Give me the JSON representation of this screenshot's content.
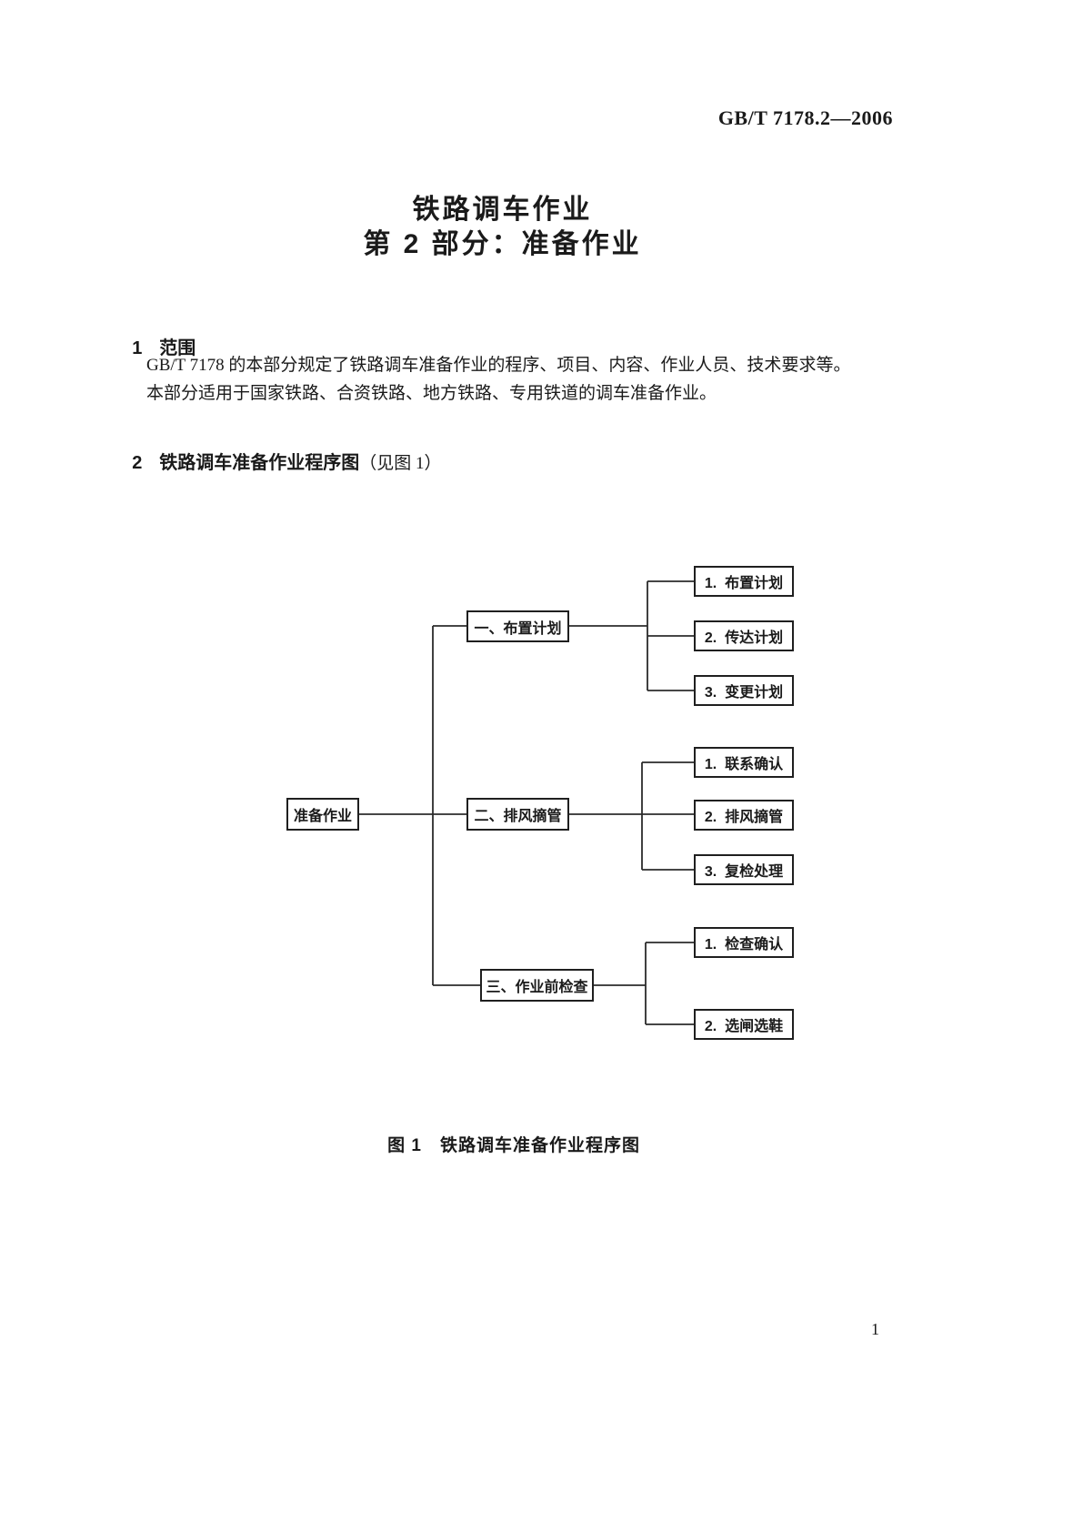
{
  "doc": {
    "code": "GB/T 7178.2—2006",
    "page_number": "1"
  },
  "title": {
    "line1": "铁路调车作业",
    "line2": "第 2 部分：准备作业"
  },
  "section1": {
    "number": "1",
    "heading": "范围",
    "para1": "GB/T 7178 的本部分规定了铁路调车准备作业的程序、项目、内容、作业人员、技术要求等。",
    "para2": "本部分适用于国家铁路、合资铁路、地方铁路、专用铁道的调车准备作业。"
  },
  "section2": {
    "number": "2",
    "heading": "铁路调车准备作业程序图",
    "suffix": "（见图 1）"
  },
  "figure": {
    "caption_prefix": "图 1",
    "caption_text": "铁路调车准备作业程序图",
    "root": "准备作业",
    "groups": [
      {
        "label": "一、布置计划",
        "children": [
          "1.  布置计划",
          "2.  传达计划",
          "3.  变更计划"
        ]
      },
      {
        "label": "二、排风摘管",
        "children": [
          "1.  联系确认",
          "2.  排风摘管",
          "3.  复检处理"
        ]
      },
      {
        "label": "三、作业前检查",
        "children": [
          "1.  检查确认",
          "2.  选闸选鞋"
        ]
      }
    ]
  }
}
